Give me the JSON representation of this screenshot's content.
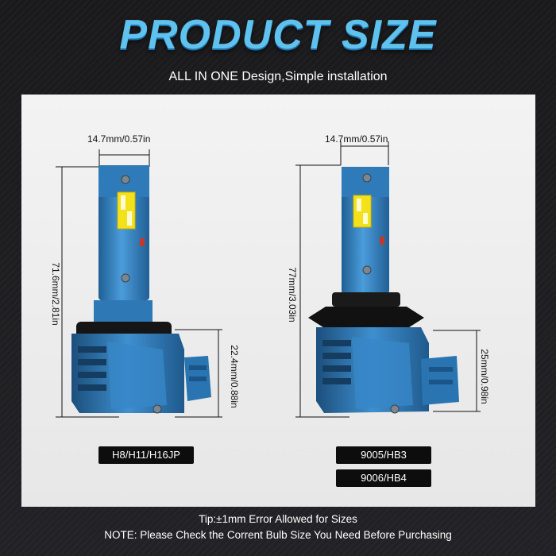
{
  "header": {
    "title": "PRODUCT SIZE",
    "subtitle": "ALL IN ONE Design,Simple installation"
  },
  "left_bulb": {
    "width_dim": "14.7mm/0.57in",
    "height_dim": "71.6mm/2.81in",
    "base_dim": "22.4mm/0.88in",
    "model": "H8/H11/H16JP"
  },
  "right_bulb": {
    "width_dim": "14.7mm/0.57in",
    "height_dim": "77mm/3.03in",
    "base_dim": "25mm/0.98in",
    "models": [
      "9005/HB3",
      "9006/HB4"
    ]
  },
  "footer": {
    "tip": "Tip:±1mm Error Allowed for Sizes",
    "note": "NOTE: Please Check the Corrent Bulb Size You Need Before Purchasing"
  },
  "colors": {
    "accent": "#5fc1ee",
    "bulb_blue": "#3d8ccc",
    "background": "#1b1b1d",
    "panel": "#efefef"
  }
}
